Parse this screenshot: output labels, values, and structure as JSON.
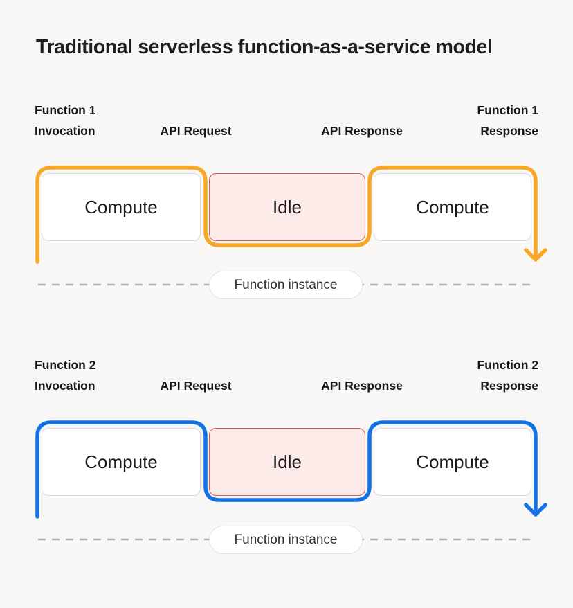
{
  "title": "Traditional serverless function-as-a-service model",
  "colors": {
    "background": "#f8f7f5",
    "function1_accent": "#F9A825",
    "function2_accent": "#1273E6",
    "idle_fill": "#fcebe9",
    "idle_border": "#dc5a50",
    "compute_fill": "#ffffff",
    "compute_border": "#d9d9d9",
    "dashed_line": "#afafaf"
  },
  "rows": [
    {
      "name": "Function 1",
      "accent": "#F9A825",
      "labels": {
        "invocation": [
          "Function 1",
          "Invocation"
        ],
        "api_request": "API Request",
        "api_response": "API Response",
        "response": [
          "Function 1",
          "Response"
        ]
      },
      "boxes": [
        "Compute",
        "Idle",
        "Compute"
      ],
      "instance_pill": "Function instance"
    },
    {
      "name": "Function 2",
      "accent": "#1273E6",
      "labels": {
        "invocation": [
          "Function 2",
          "Invocation"
        ],
        "api_request": "API Request",
        "api_response": "API Response",
        "response": [
          "Function 2",
          "Response"
        ]
      },
      "boxes": [
        "Compute",
        "Idle",
        "Compute"
      ],
      "instance_pill": "Function instance"
    }
  ]
}
